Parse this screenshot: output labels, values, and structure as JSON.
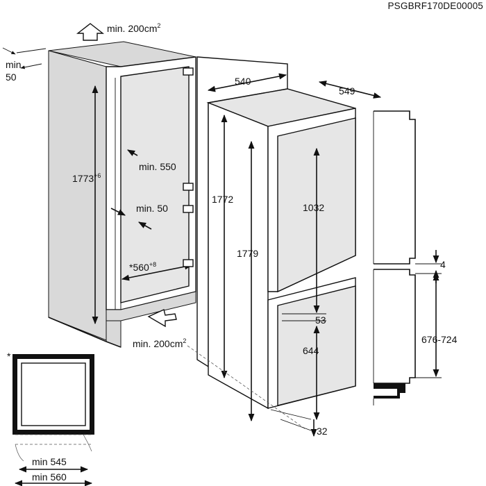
{
  "document_code": "PSGBRF170DE00005",
  "dimensions": {
    "air_top": "min. 200cm",
    "air_top_sup": "2",
    "wall_clearance": "min.",
    "wall_clearance_value": "50",
    "niche_height": "1773",
    "niche_height_tol": "+6",
    "niche_depth": "min. 550",
    "rear_gap": "min. 50",
    "niche_width": "*560",
    "niche_width_tol": "+8",
    "air_bottom": "min. 200cm",
    "air_bottom_sup": "2",
    "door_width": "540",
    "appliance_depth": "549",
    "appliance_height": "1772",
    "door_total_height": "1779",
    "upper_door_height": "1032",
    "door_gap": "53",
    "lower_door_height": "644",
    "plinth_offset": "32",
    "door_joint_gap": "4",
    "furniture_door_height": "676-724",
    "plan_min_545": "min 545",
    "plan_min_560": "min 560",
    "asterisk": "*"
  }
}
